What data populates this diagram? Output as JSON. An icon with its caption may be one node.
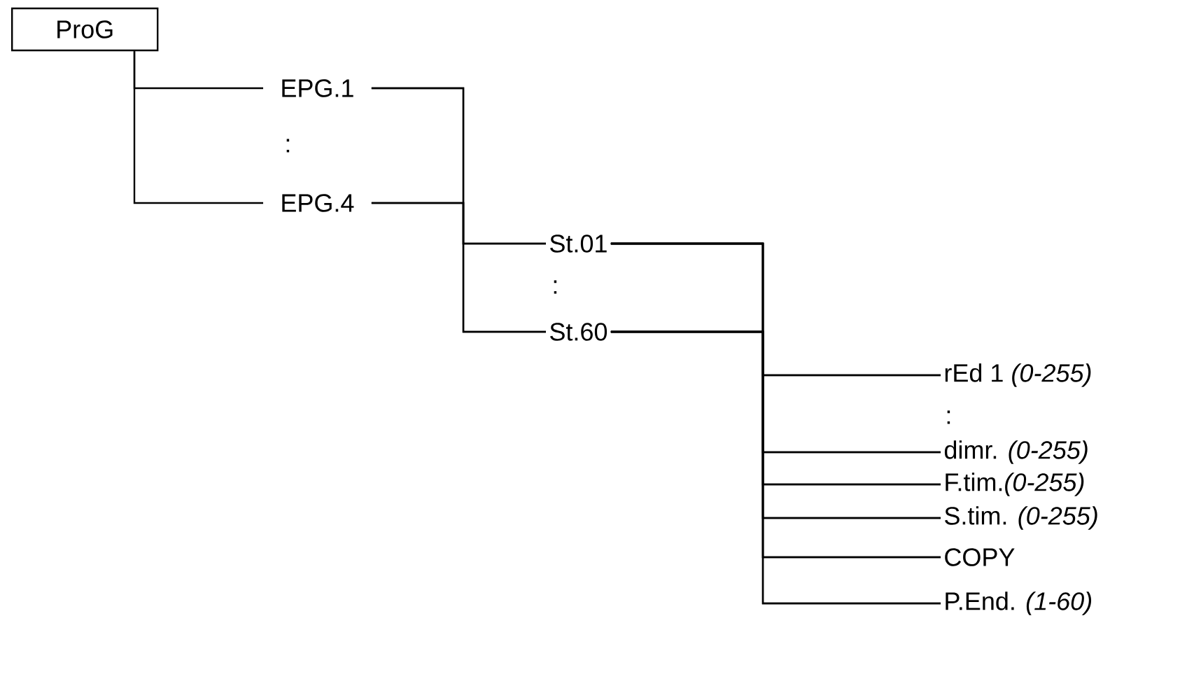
{
  "diagram": {
    "nodes": [
      {
        "text": [
          "ProG"
        ]
      },
      {
        "text": [
          "EPG.1"
        ]
      },
      {
        "text": [
          "EPG.4"
        ]
      },
      {
        "text": [
          "St.01"
        ]
      },
      {
        "text": [
          "St.60"
        ]
      },
      {
        "text": [
          "rEd 1 *(0-255)*"
        ]
      },
      {
        "text": [
          "dimr. *(0-255)*"
        ]
      },
      {
        "text": [
          "F.tim.*(0-255)*"
        ]
      },
      {
        "text": [
          "S.tim. *(0-255)*"
        ]
      },
      {
        "text": [
          "COPY"
        ]
      },
      {
        "text": [
          "P.End. *(1-60)*"
        ]
      }
    ],
    "edges": [
      {
        "from": 0,
        "to": 1,
        "arrow": "none"
      },
      {
        "from": 0,
        "to": 2,
        "arrow": "none"
      },
      {
        "from": 1,
        "to": 3,
        "arrow": "none"
      },
      {
        "from": 1,
        "to": 4,
        "arrow": "none"
      },
      {
        "from": 2,
        "to": 3,
        "arrow": "none"
      },
      {
        "from": 2,
        "to": 4,
        "arrow": "none"
      },
      {
        "from": 3,
        "to": 5,
        "arrow": "none"
      },
      {
        "from": 3,
        "to": 6,
        "arrow": "none"
      },
      {
        "from": 3,
        "to": 7,
        "arrow": "none"
      },
      {
        "from": 3,
        "to": 8,
        "arrow": "none"
      },
      {
        "from": 3,
        "to": 9,
        "arrow": "none"
      },
      {
        "from": 3,
        "to": 10,
        "arrow": "none"
      },
      {
        "from": 4,
        "to": 5,
        "arrow": "none"
      },
      {
        "from": 4,
        "to": 6,
        "arrow": "none"
      },
      {
        "from": 4,
        "to": 7,
        "arrow": "none"
      },
      {
        "from": 4,
        "to": 8,
        "arrow": "none"
      },
      {
        "from": 4,
        "to": 9,
        "arrow": "none"
      },
      {
        "from": 4,
        "to": 10,
        "arrow": "none"
      }
    ],
    "labels": [
      ":",
      ":",
      ":"
    ]
  }
}
